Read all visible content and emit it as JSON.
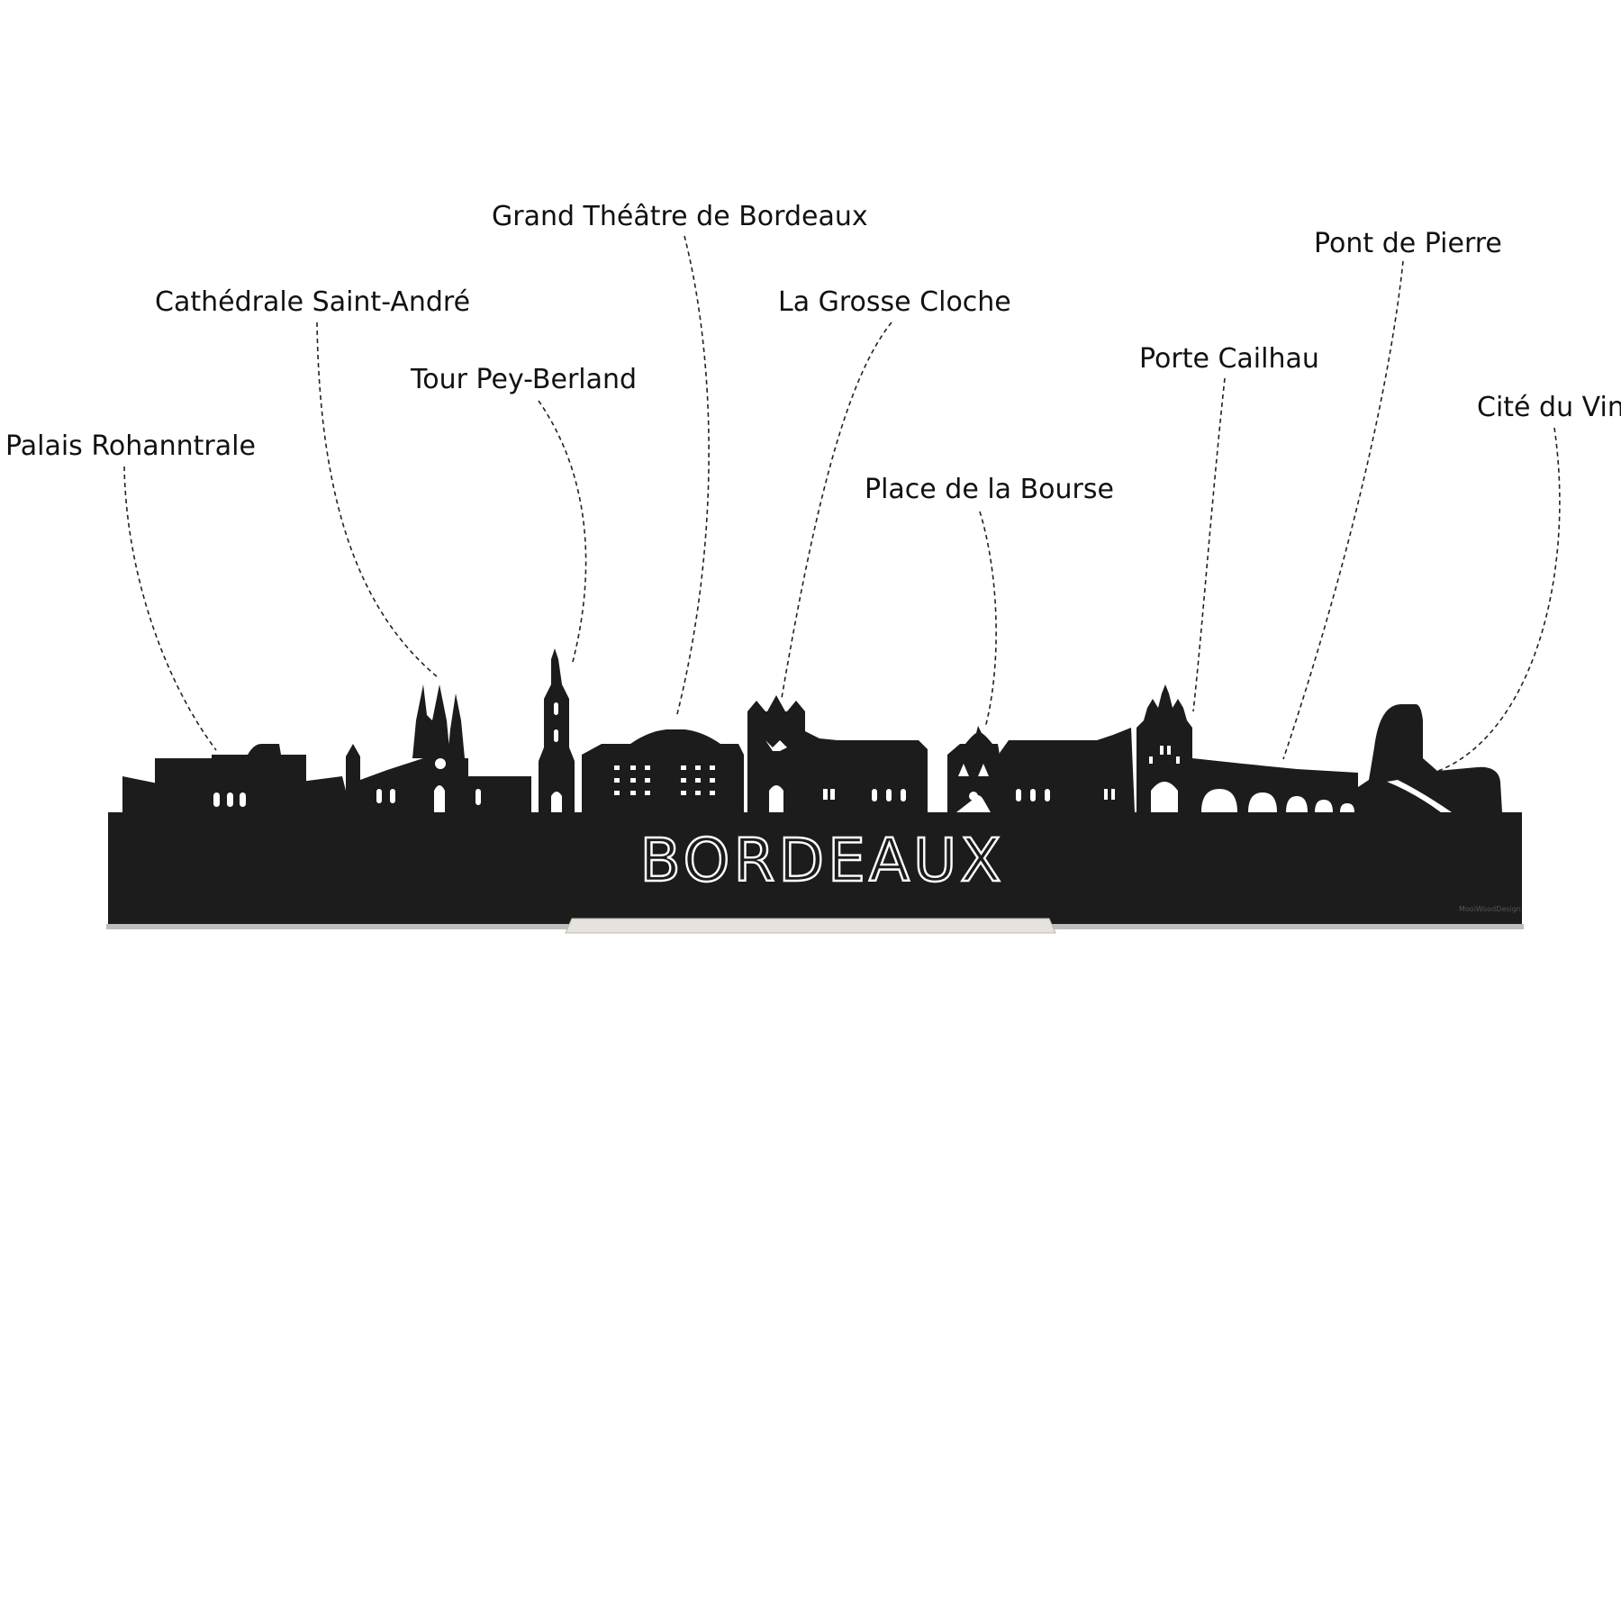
{
  "landmarks": [
    {
      "key": "palais",
      "name": "Palais Rohanntrale"
    },
    {
      "key": "cathedrale",
      "name": "Cathédrale Saint-André"
    },
    {
      "key": "tour",
      "name": "Tour Pey-Berland"
    },
    {
      "key": "theatre",
      "name": "Grand Théâtre de Bordeaux"
    },
    {
      "key": "cloche",
      "name": "La Grosse Cloche"
    },
    {
      "key": "bourse",
      "name": "Place de la Bourse"
    },
    {
      "key": "cailhau",
      "name": "Porte Cailhau"
    },
    {
      "key": "pont",
      "name": "Pont de Pierre"
    },
    {
      "key": "vin",
      "name": "Cité du Vin"
    }
  ],
  "plaque": {
    "city": "BORDEAUX",
    "maker_mark": "MooiWoodDesign"
  },
  "colors": {
    "silhouette": "#1c1c1c",
    "background": "#ffffff",
    "text": "#111111"
  }
}
